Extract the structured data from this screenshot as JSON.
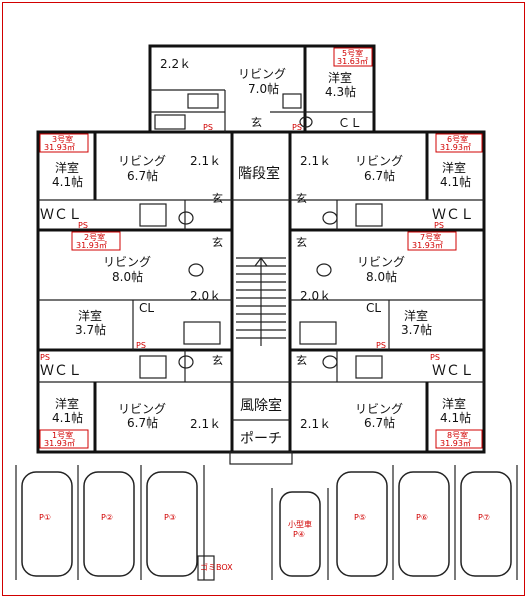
{
  "rooms": {
    "top_kitchen": "2.2ｋ",
    "top_living": "リビング",
    "top_living_size": "7.0帖",
    "top_western": "洋室",
    "top_western_size": "4.3帖",
    "top_genkan": "玄",
    "top_cl": "ＣＬ",
    "stairs": "階段室",
    "windbreak": "風除室",
    "porch": "ポーチ",
    "living": "リビング",
    "western": "洋室",
    "kitchen_21": "2.1ｋ",
    "kitchen_20": "2.0ｋ",
    "size_67": "6.7帖",
    "size_80": "8.0帖",
    "size_41": "4.1帖",
    "size_37": "3.7帖",
    "wcl": "ＷＣＬ",
    "cl": "CL",
    "genkan": "玄",
    "ps": "PS"
  },
  "unit_tags": [
    {
      "name": "5号室",
      "area": "31.63㎡"
    },
    {
      "name": "3号室",
      "area": "31.93㎡"
    },
    {
      "name": "6号室",
      "area": "31.93㎡"
    },
    {
      "name": "2号室",
      "area": "31.93㎡"
    },
    {
      "name": "7号室",
      "area": "31.93㎡"
    },
    {
      "name": "1号室",
      "area": "31.93㎡"
    },
    {
      "name": "8号室",
      "area": "31.93㎡"
    }
  ],
  "parking": [
    {
      "label": "P①"
    },
    {
      "label": "P②"
    },
    {
      "label": "P③"
    },
    {
      "label": "小型車",
      "label2": "P④"
    },
    {
      "label": "P⑤"
    },
    {
      "label": "P⑥"
    },
    {
      "label": "P⑦"
    }
  ],
  "trash_box": "ゴミBOX"
}
